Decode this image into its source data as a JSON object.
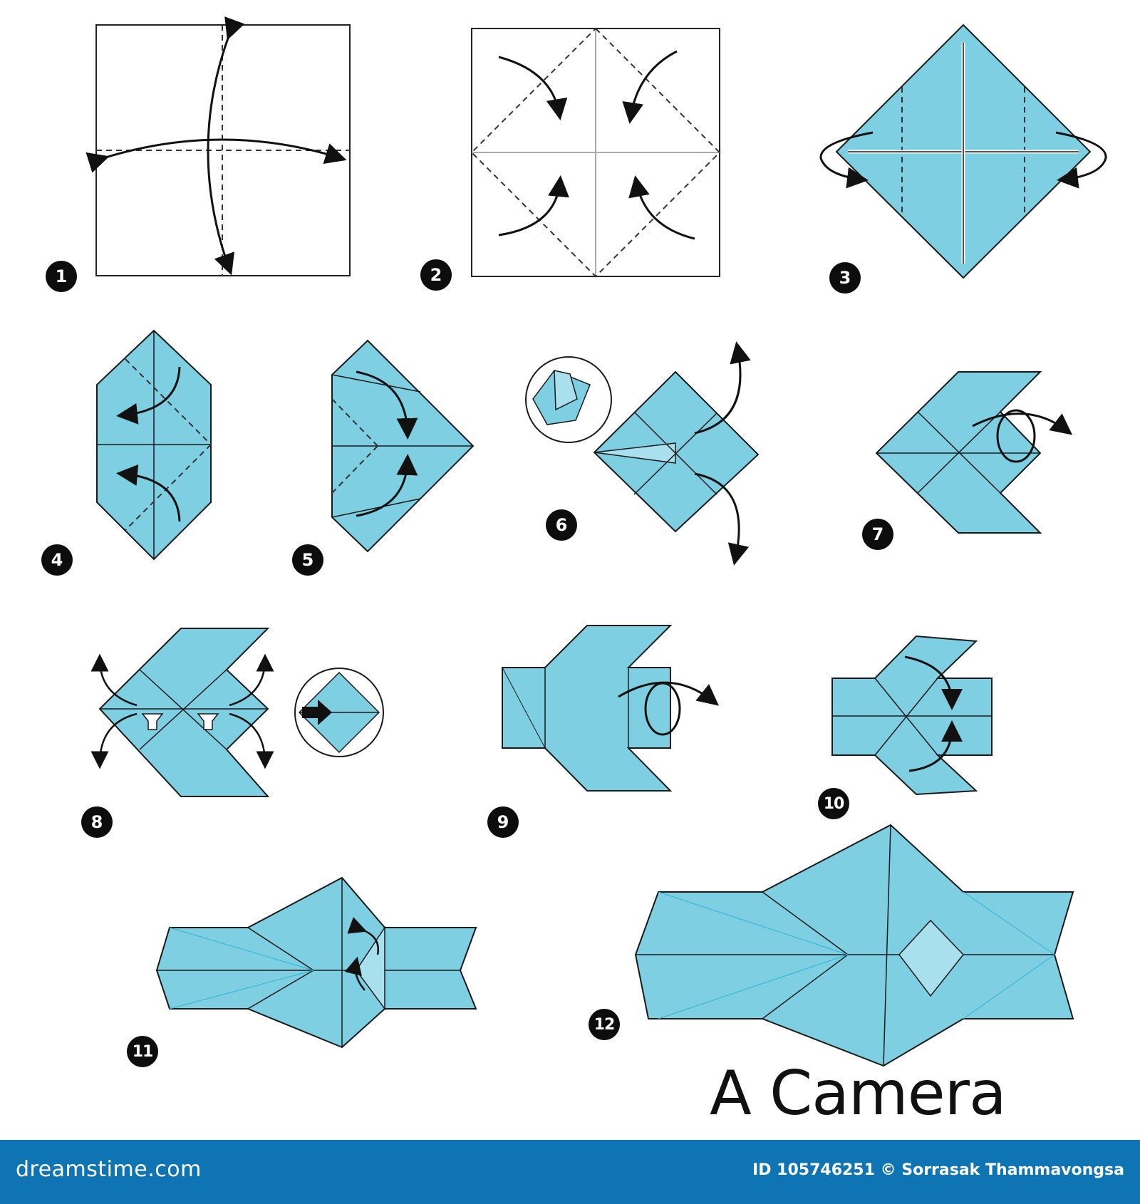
{
  "title": "A Camera",
  "steps": [
    "1",
    "2",
    "3",
    "4",
    "5",
    "6",
    "7",
    "8",
    "9",
    "10",
    "11",
    "12"
  ],
  "footer": {
    "logo": "dreamstime.com",
    "credit": "ID 105746251 © Sorrasak Thammavongsa"
  },
  "colors": {
    "paper": "#7fcfe3",
    "paper_light": "#a9e0ee",
    "outline": "#1a1a1a",
    "crease": "#5a5a5a",
    "badge": "#0d0d0d",
    "footer": "#0f74b4"
  }
}
